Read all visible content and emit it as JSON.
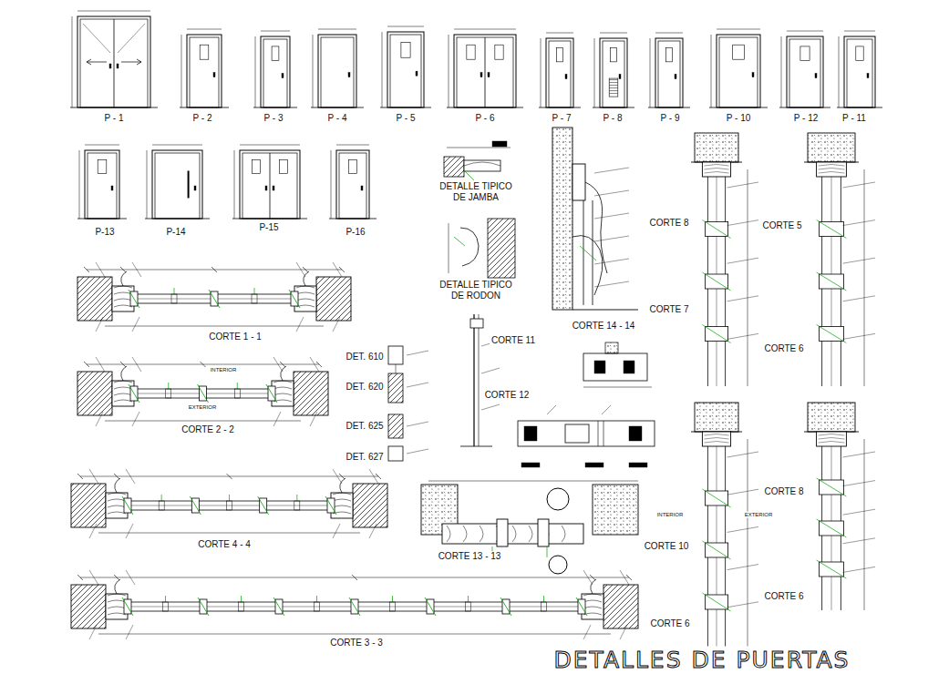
{
  "diagram": {
    "title": "DETALLES DE PUERTAS",
    "labels": [
      "P - 1",
      "P - 2",
      "P - 3",
      "P - 4",
      "P - 5",
      "P - 6",
      "P - 7",
      "P - 8",
      "P - 9",
      "P - 10",
      "P - 12",
      "P - 11",
      "P-13",
      "P-14",
      "P-15",
      "P-16",
      "DETALLE TIPICO DE JAMBA",
      "DETALLE TIPICO DE RODON",
      "CORTE 14 - 14",
      "CORTE 8",
      "CORTE 5",
      "CORTE 7",
      "CORTE 6",
      "CORTE 1 - 1",
      "CORTE 11",
      "DET. 610",
      "DET. 620",
      "DET. 625",
      "DET. 627",
      "CORTE 12",
      "CORTE 2 - 2",
      "CORTE 4 - 4",
      "CORTE 13 - 13",
      "CORTE 10",
      "CORTE 8",
      "CORTE 6",
      "CORTE 6",
      "CORTE 3 - 3",
      "INTERIOR",
      "EXTERIOR",
      "INTERIOR",
      "EXTERIOR"
    ]
  }
}
